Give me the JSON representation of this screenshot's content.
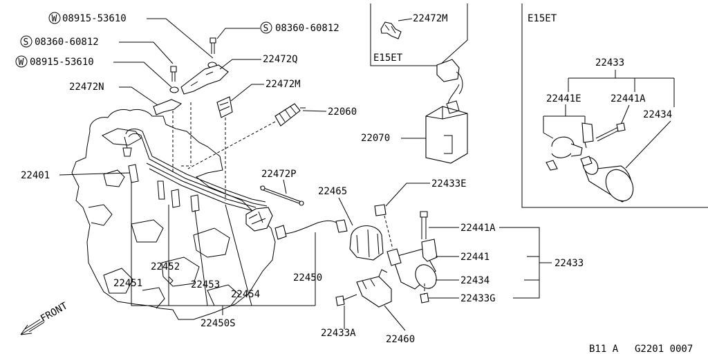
{
  "diagram": {
    "markers": {
      "w": "W",
      "s": "S"
    },
    "callouts": {
      "w_top": "08915-53610",
      "s_left": "08360-60812",
      "w_left": "08915-53610",
      "s_right": "08360-60812",
      "p22472Q": "22472Q",
      "p22472N": "22472N",
      "p22472M": "22472M",
      "p22060": "22060",
      "p22401": "22401",
      "p22472P": "22472P",
      "p22465": "22465",
      "p22433E": "22433E",
      "p22070": "22070",
      "p22441A": "22441A",
      "p22441": "22441",
      "p22434": "22434",
      "p22433G": "22433G",
      "p22433": "22433",
      "p22452": "22452",
      "p22451": "22451",
      "p22453": "22453",
      "p22454": "22454",
      "p22450": "22450",
      "p22450S": "22450S",
      "p22433A": "22433A",
      "p22460": "22460"
    },
    "inset_e15et_small": {
      "title": "E15ET",
      "part": "22472M"
    },
    "inset_e15et_large": {
      "title": "E15ET",
      "p22433": "22433",
      "p22441E": "22441E",
      "p22441A": "22441A",
      "p22434": "22434"
    },
    "front_label": "FRONT",
    "footer": {
      "model": "B11 A",
      "code": "G2201 0007"
    }
  }
}
